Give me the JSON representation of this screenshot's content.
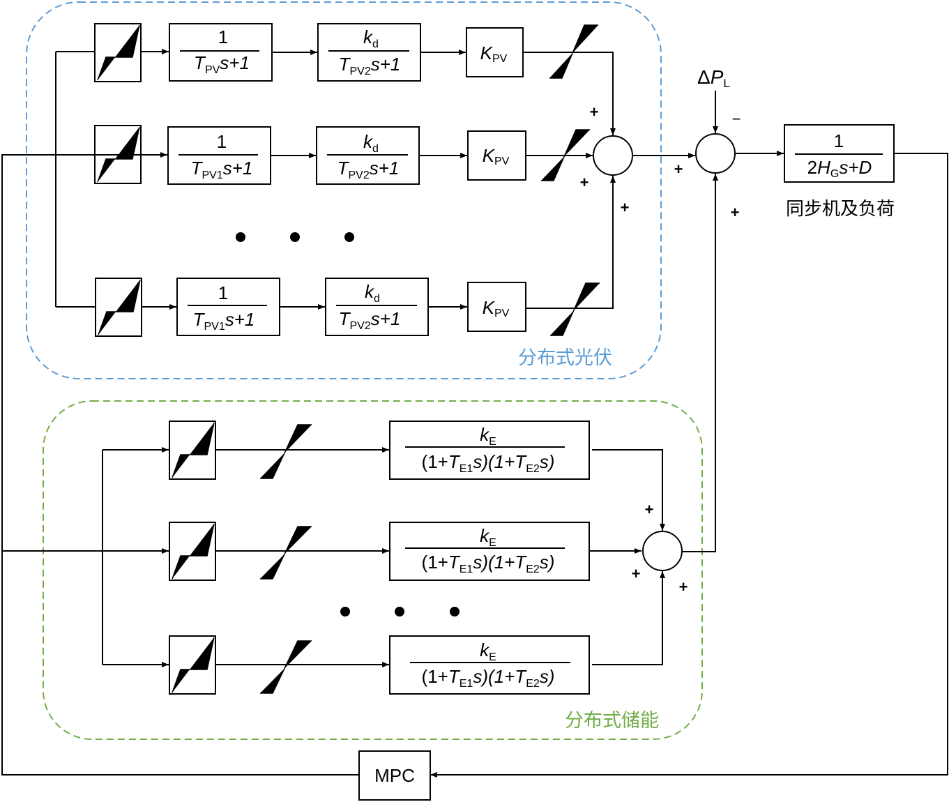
{
  "groups": {
    "pv_label": "分布式光伏",
    "es_label": "分布式储能",
    "pv_color": "#5B9BD5",
    "es_color": "#70AD47"
  },
  "pv": {
    "rows": [
      {
        "tf1_num": "1",
        "tf1_T": "T",
        "tf1_sub": "PV",
        "tf1_tail": "s+1",
        "tf2_k": "k",
        "tf2_ksub": "d",
        "tf2_T": "T",
        "tf2_sub": "PV2",
        "tf2_tail": "s+1",
        "gain": "K",
        "gain_sub": "PV"
      },
      {
        "tf1_num": "1",
        "tf1_T": "T",
        "tf1_sub": "PV1",
        "tf1_tail": "s+1",
        "tf2_k": "k",
        "tf2_ksub": "d",
        "tf2_T": "T",
        "tf2_sub": "PV2",
        "tf2_tail": "s+1",
        "gain": "K",
        "gain_sub": "PV"
      },
      {
        "tf1_num": "1",
        "tf1_T": "T",
        "tf1_sub": "PV1",
        "tf1_tail": "s+1",
        "tf2_k": "k",
        "tf2_ksub": "d",
        "tf2_T": "T",
        "tf2_sub": "PV2",
        "tf2_tail": "s+1",
        "gain": "K",
        "gain_sub": "PV"
      }
    ],
    "sum_signs": [
      "+",
      "+",
      "+"
    ]
  },
  "es": {
    "rows": [
      {
        "k": "k",
        "ksub": "E",
        "p1": "(1+",
        "T1": "T",
        "s1": "E1",
        "m": "s)(1+",
        "T2": "T",
        "s2": "E2",
        "e": "s)"
      },
      {
        "k": "k",
        "ksub": "E",
        "p1": "(1+",
        "T1": "T",
        "s1": "E1",
        "m": "s)(1+",
        "T2": "T",
        "s2": "E2",
        "e": "s)"
      },
      {
        "k": "k",
        "ksub": "E",
        "p1": "(1+",
        "T1": "T",
        "s1": "E1",
        "m": "s)(1+",
        "T2": "T",
        "s2": "E2",
        "e": "s)"
      }
    ],
    "sum_signs": [
      "+",
      "+",
      "+"
    ]
  },
  "main_sum": {
    "signs": [
      "+",
      "−",
      "+"
    ]
  },
  "disturbance": {
    "delta": "Δ",
    "P": "P",
    "sub": "L"
  },
  "plant": {
    "num": "1",
    "d1": "2",
    "H": "H",
    "Hsub": "G",
    "d2": "s+",
    "D": "D",
    "label": "同步机及负荷"
  },
  "controller": {
    "label": "MPC"
  },
  "ellipsis": "…"
}
